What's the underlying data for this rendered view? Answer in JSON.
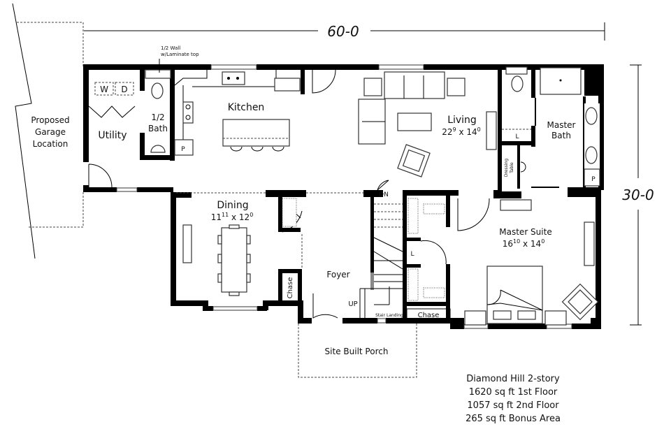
{
  "dimensions": {
    "width": "60-0",
    "depth": "30-0"
  },
  "annotations": {
    "half_wall_line1": "1/2 Wall",
    "half_wall_line2": "w/Laminate top",
    "stair_dn": "DN",
    "stair_up": "UP",
    "stair_landing": "Stair Landing"
  },
  "outside": {
    "garage_line1": "Proposed",
    "garage_line2": "Garage",
    "garage_line3": "Location",
    "porch": "Site Built Porch"
  },
  "rooms": {
    "utility": {
      "name": "Utility",
      "washer": "W",
      "dryer": "D"
    },
    "half_bath": {
      "name_line1": "1/2",
      "name_line2": "Bath"
    },
    "kitchen": {
      "name": "Kitchen",
      "pantry": "P"
    },
    "living": {
      "name": "Living",
      "size_main": "22",
      "size_sup": "9",
      "size_x": " x 14",
      "size_sup2": "0"
    },
    "dining": {
      "name": "Dining",
      "size_main": "11",
      "size_sup": "11",
      "size_x": " x 12",
      "size_sup2": "0"
    },
    "foyer": {
      "name": "Foyer"
    },
    "chase_left": {
      "name": "Chase"
    },
    "chase_right": {
      "name": "Chase"
    },
    "master_bath": {
      "name_line1": "Master",
      "name_line2": "Bath",
      "linen": "L",
      "pantry": "P",
      "dressing_line1": "Dressing",
      "dressing_line2": "Table"
    },
    "master_suite": {
      "name": "Master Suite",
      "size_main": "16",
      "size_sup": "10",
      "size_x": " x 14",
      "size_sup2": "0"
    },
    "closet_linen": {
      "label": "L"
    }
  },
  "plan_info": {
    "line1": "Diamond Hill 2-story",
    "line2": "1620 sq ft 1st Floor",
    "line3": "1057 sq ft 2nd Floor",
    "line4": "265 sq ft Bonus Area"
  }
}
